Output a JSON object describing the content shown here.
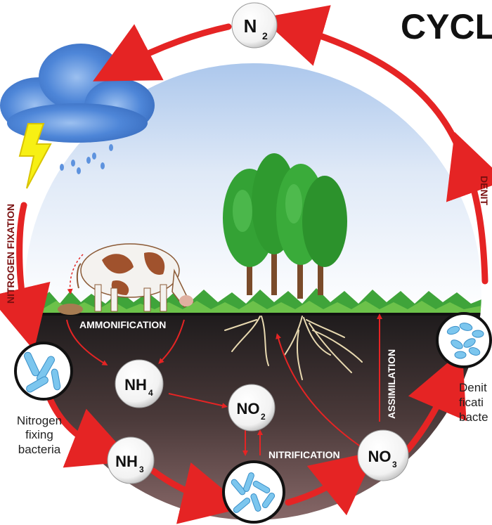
{
  "title": "CYCL",
  "nodes": {
    "n2": {
      "base": "N",
      "sub": "2"
    },
    "nh4": {
      "base": "NH",
      "sub": "4"
    },
    "no2": {
      "base": "NO",
      "sub": "2"
    },
    "nh3": {
      "base": "NH",
      "sub": "3"
    },
    "no3": {
      "base": "NO",
      "sub": "3"
    }
  },
  "processes": {
    "nitrogen_fixation": "NITROGEN FIXATION",
    "denitrification": "DENIT",
    "ammonification": "AMMONIFICATION",
    "nitrification": "NITRIFICATION",
    "assimilation": "ASSIMILATION"
  },
  "bacteria_labels": {
    "nitrogen_fixing": [
      "Nitrogen",
      "fixing",
      "bacteria"
    ],
    "denitrifying": [
      "Denit",
      "ficati",
      "bacte"
    ]
  },
  "colors": {
    "cycle_arrow": "#e52424",
    "process_label_dark": "#7a1010",
    "sky_top": "#8fb4e6",
    "sky_bottom": "#ffffff",
    "soil_top": "#242021",
    "soil_bottom": "#7a5a5a",
    "grass": "#3fa43a",
    "tree": "#2f9a2f",
    "bacteria": "#5ab4e8"
  }
}
